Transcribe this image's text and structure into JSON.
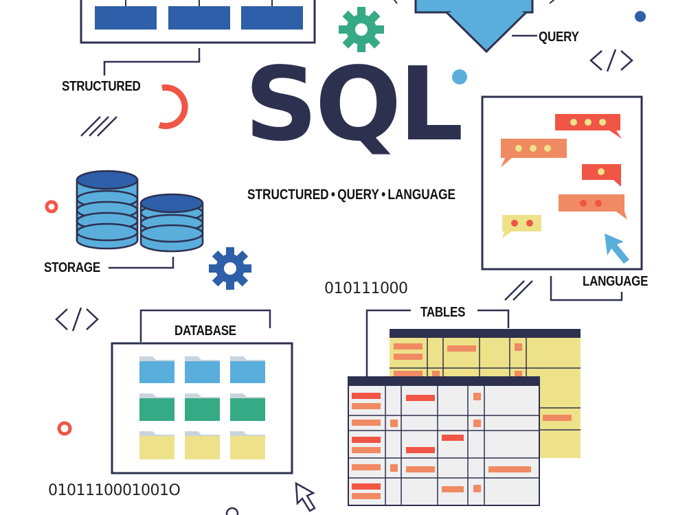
{
  "title": "SQL",
  "subtitle": {
    "words": [
      "STRUCTURED",
      "QUERY",
      "LANGUAGE"
    ],
    "separator": "•"
  },
  "labels": {
    "structured": "STRUCTURED",
    "query": "QUERY",
    "storage": "STORAGE",
    "language": "LANGUAGE",
    "database": "DATABASE",
    "tables": "TABLES"
  },
  "binary": {
    "top": "010111000",
    "bottom": "0101110001001O"
  },
  "colors": {
    "ink": "#2e3050",
    "blue": "#5aaedc",
    "dark_blue": "#2e5fa8",
    "green": "#36a985",
    "red": "#f05545",
    "orange": "#f08a63",
    "yellow": "#ede28a",
    "teal_gear": "#36a985",
    "navy_gear": "#2e5fa8"
  },
  "icons": [
    "gear-icon",
    "code-brackets-icon",
    "cursor-arrow-icon",
    "database-cylinder-icon",
    "folder-icon",
    "chat-bubble-icon",
    "download-arrow-icon"
  ]
}
